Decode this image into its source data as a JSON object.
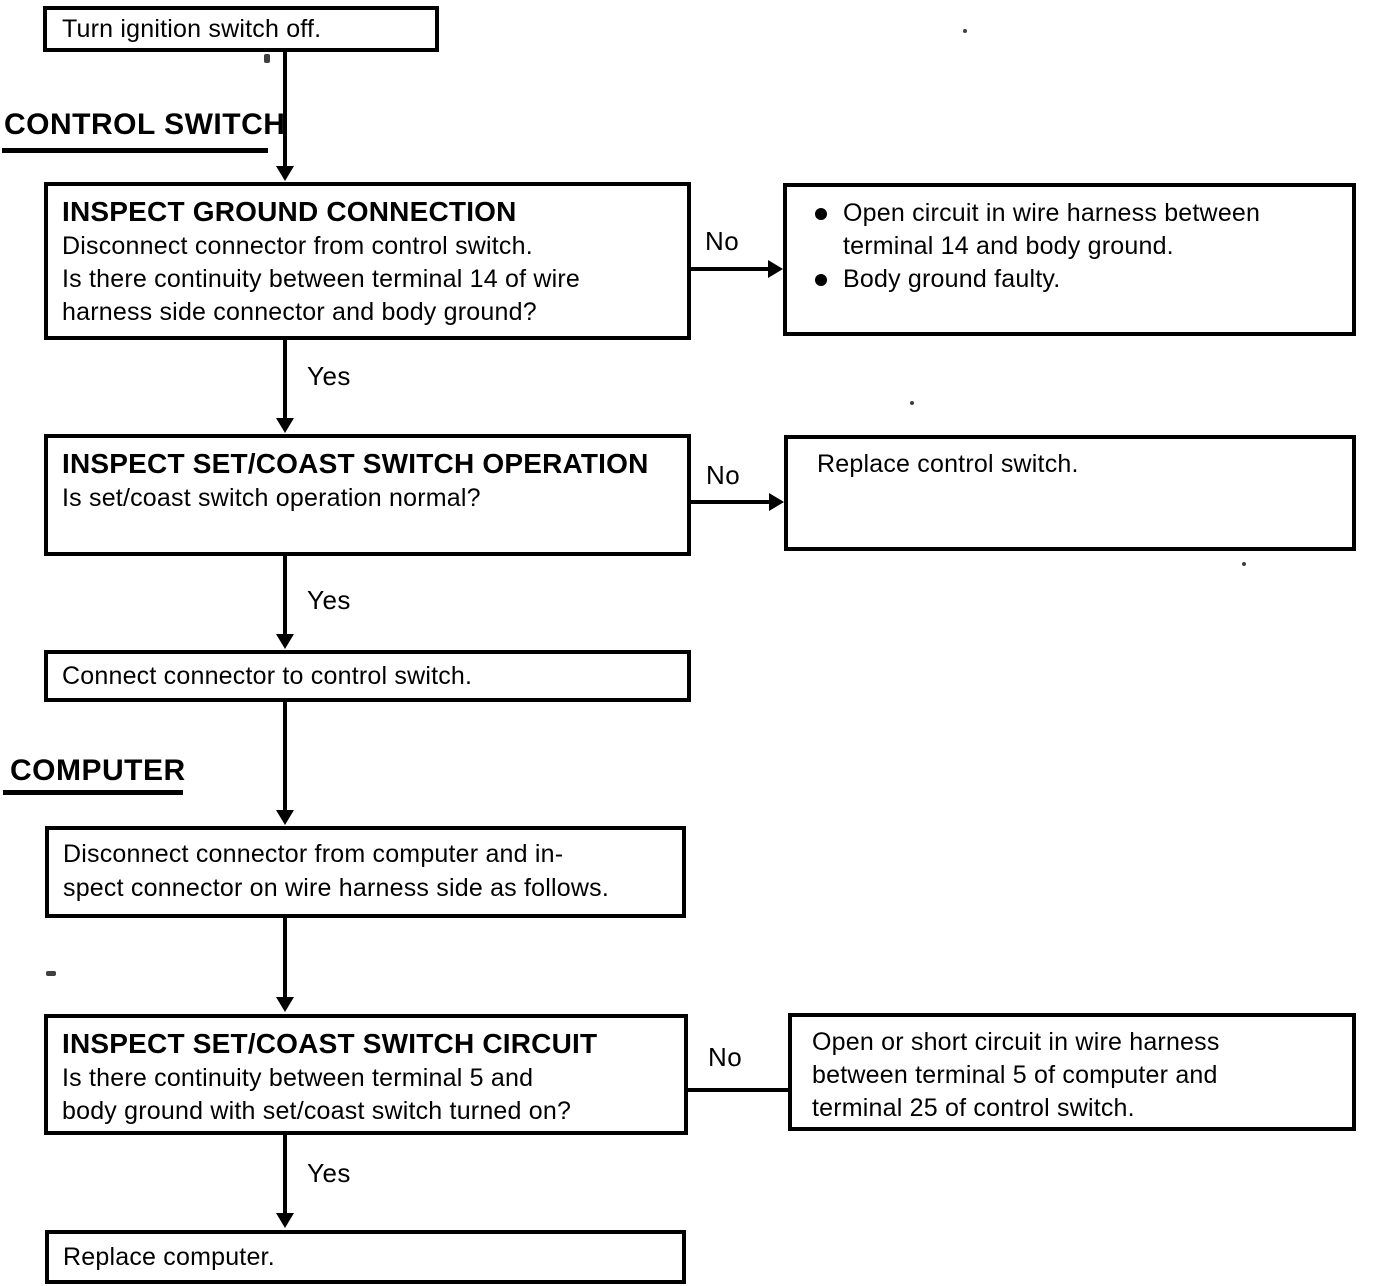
{
  "colors": {
    "ink": "#000000",
    "paper": "#ffffff"
  },
  "diagram": {
    "section_labels": {
      "control_switch": "CONTROL SWITCH",
      "computer": "COMPUTER"
    },
    "branch_labels": {
      "yes": "Yes",
      "no": "No"
    },
    "nodes": {
      "start": {
        "text": "Turn ignition switch off."
      },
      "inspect_ground": {
        "title": "INSPECT GROUND CONNECTION",
        "lines": [
          "Disconnect connector from control switch.",
          "Is there continuity between terminal 14 of wire",
          "harness side connector and body ground?"
        ]
      },
      "ground_result": {
        "bullet_items": [
          {
            "lines": [
              "Open circuit in wire harness between",
              "terminal 14 and body ground."
            ]
          },
          {
            "lines": [
              "Body ground faulty."
            ]
          }
        ]
      },
      "set_coast_operation": {
        "title": "INSPECT SET/COAST SWITCH OPERATION",
        "lines": [
          "Is set/coast switch operation normal?"
        ]
      },
      "replace_control_switch": {
        "text": "Replace control switch."
      },
      "connect_connector": {
        "text": "Connect connector to control switch."
      },
      "disconnect_computer": {
        "lines": [
          "Disconnect connector from computer and in-",
          "spect connector on wire harness side as follows."
        ]
      },
      "set_coast_circuit": {
        "title": "INSPECT SET/COAST SWITCH CIRCUIT",
        "lines": [
          "Is there continuity between terminal 5 and",
          "body ground with set/coast switch turned on?"
        ]
      },
      "circuit_result": {
        "lines": [
          "Open or short circuit in wire harness",
          "between terminal 5 of computer and",
          "terminal 25 of control switch."
        ]
      },
      "replace_computer": {
        "text": "Replace computer."
      }
    }
  }
}
